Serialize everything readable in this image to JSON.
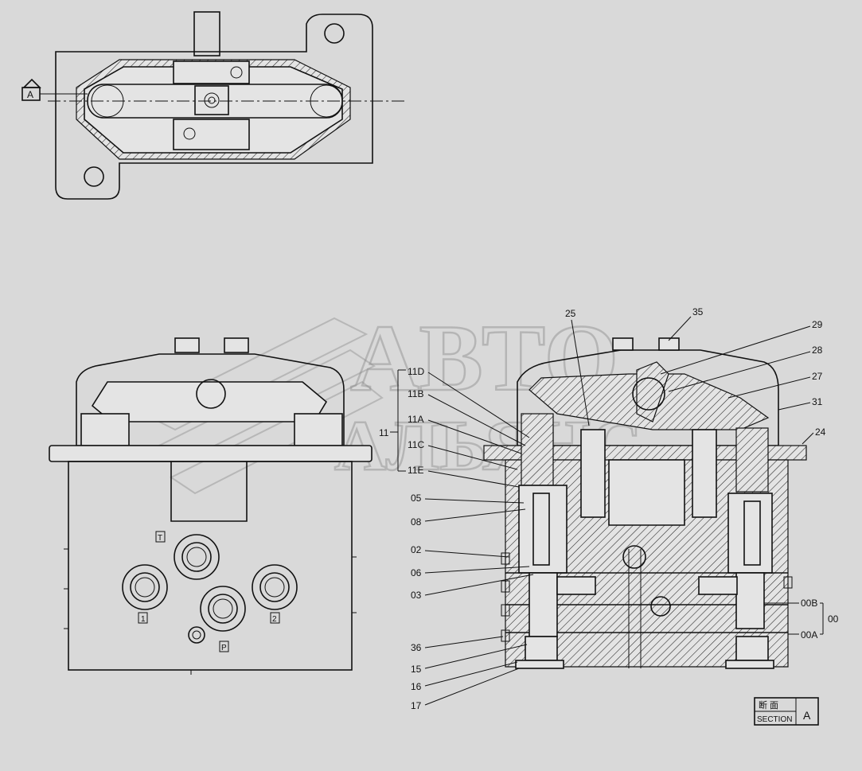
{
  "watermark": {
    "line1": "АВТО",
    "line2": "АЛЬЯНС"
  },
  "top_view": {
    "section_marker": "A"
  },
  "front_view": {
    "ports": [
      {
        "id": "port-T",
        "label": "T"
      },
      {
        "id": "port-1",
        "label": "1"
      },
      {
        "id": "port-2",
        "label": "2"
      },
      {
        "id": "port-P",
        "label": "P"
      }
    ]
  },
  "section_view": {
    "callouts_left": [
      "11D",
      "11B",
      "11A",
      "11C",
      "11E",
      "05",
      "08",
      "02",
      "06",
      "03",
      "36",
      "15",
      "16",
      "17"
    ],
    "group_label": "11",
    "callouts_top": [
      "25",
      "35",
      "29",
      "28",
      "27",
      "31",
      "24"
    ],
    "callouts_right": [
      "00B",
      "00A"
    ],
    "group_right": "00"
  },
  "section_box": {
    "kanji": "断 面",
    "word": "SECTION",
    "letter": "A"
  }
}
